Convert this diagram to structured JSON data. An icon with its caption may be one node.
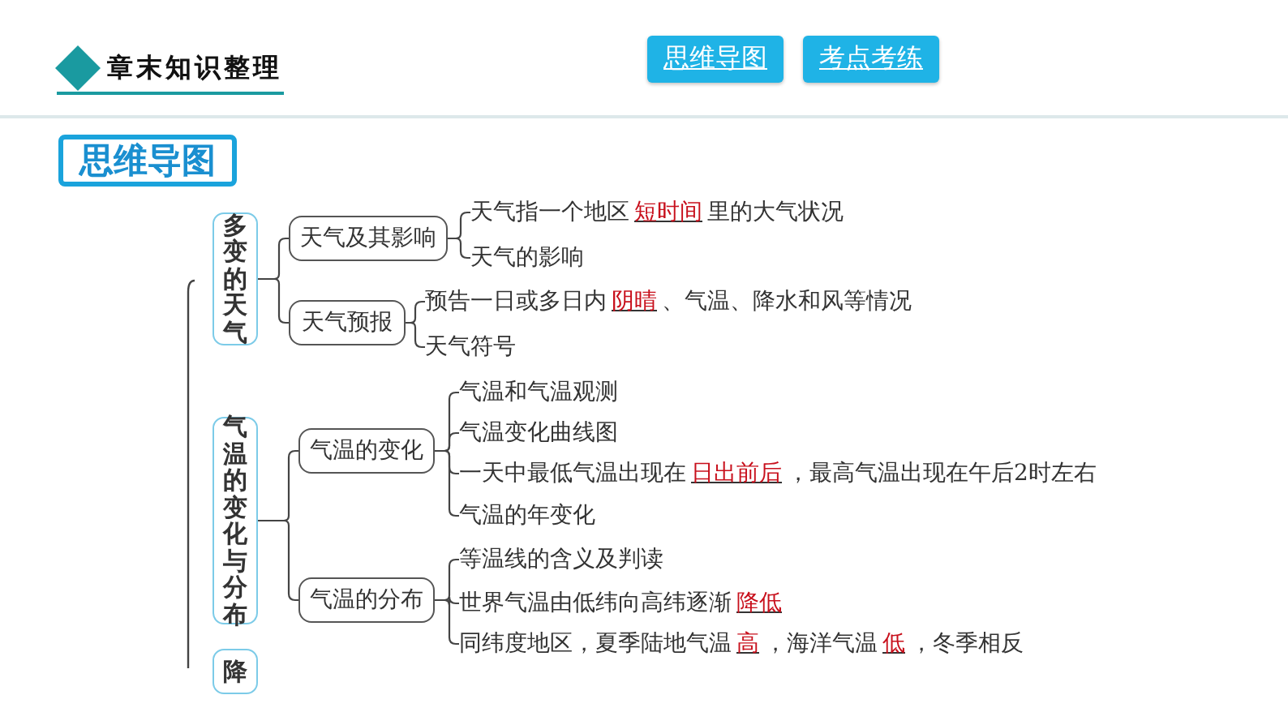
{
  "diagram": {
    "nodes": [
      {
        "text": [
          "多变的天气"
        ]
      },
      {
        "text": [
          "天气及其影响"
        ]
      },
      {
        "text": [
          "天气指一个地区**短时间**里的大气状况"
        ]
      },
      {
        "text": [
          "天气的影响"
        ]
      },
      {
        "text": [
          "天气预报"
        ]
      },
      {
        "text": [
          "预告一日或多日内**阴晴**、气温、降水和风等情况"
        ]
      },
      {
        "text": [
          "天气符号"
        ]
      },
      {
        "text": [
          "气温的变化与分布"
        ]
      },
      {
        "text": [
          "气温的变化"
        ]
      },
      {
        "text": [
          "气温和气温观测"
        ]
      },
      {
        "text": [
          "气温变化曲线图"
        ]
      },
      {
        "text": [
          "一天中最低气温出现在**日出前后**，最高气温出现在午后2时左右"
        ]
      },
      {
        "text": [
          "气温的年变化"
        ]
      },
      {
        "text": [
          "气温的分布"
        ]
      },
      {
        "text": [
          "等温线的含义及判读"
        ]
      },
      {
        "text": [
          "世界气温由低纬向高纬逐渐**降低**"
        ]
      },
      {
        "text": [
          "同纬度地区，夏季陆地气温**高**，海洋气温**低**，冬季相反"
        ]
      },
      {
        "text": [
          "降"
        ]
      }
    ],
    "edges": [
      {
        "from": 0,
        "to": 1,
        "arrow": "none"
      },
      {
        "from": 0,
        "to": 4,
        "arrow": "none"
      },
      {
        "from": 1,
        "to": 2,
        "arrow": "none"
      },
      {
        "from": 1,
        "to": 3,
        "arrow": "none"
      },
      {
        "from": 4,
        "to": 5,
        "arrow": "none"
      },
      {
        "from": 4,
        "to": 6,
        "arrow": "none"
      },
      {
        "from": 7,
        "to": 8,
        "arrow": "none"
      },
      {
        "from": 7,
        "to": 13,
        "arrow": "none"
      },
      {
        "from": 8,
        "to": 9,
        "arrow": "none"
      },
      {
        "from": 8,
        "to": 10,
        "arrow": "none"
      },
      {
        "from": 8,
        "to": 11,
        "arrow": "none"
      },
      {
        "from": 8,
        "to": 12,
        "arrow": "none"
      },
      {
        "from": 13,
        "to": 14,
        "arrow": "none"
      },
      {
        "from": 13,
        "to": 15,
        "arrow": "none"
      },
      {
        "from": 13,
        "to": 16,
        "arrow": "none"
      }
    ],
    "labels": [
      "章末知识整理",
      "思维导图",
      "考点考练",
      "思维导图"
    ]
  }
}
